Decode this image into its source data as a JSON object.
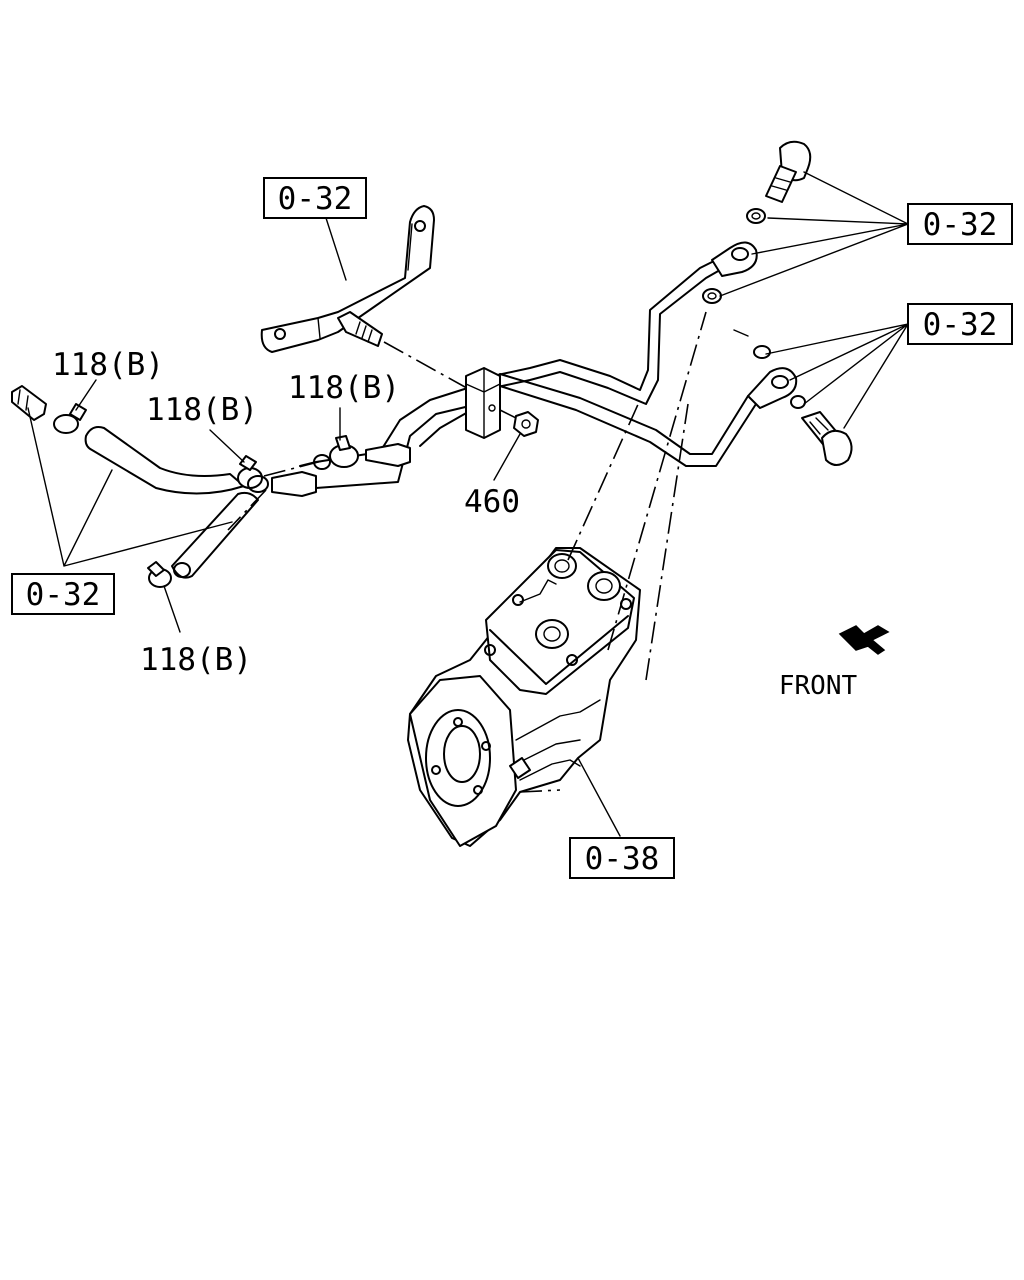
{
  "labels": {
    "ref_bracket": "0-32",
    "ref_banjo_upper": "0-32",
    "ref_banjo_lower": "0-32",
    "ref_left": "0-32",
    "ref_compressor": "0-38",
    "clamp_a": "118(B)",
    "clamp_b": "118(B)",
    "clamp_c": "118(B)",
    "clamp_d": "118(B)",
    "nut": "460",
    "front": "FRONT"
  },
  "icons": {
    "front_arrow": "front-arrow-icon"
  }
}
